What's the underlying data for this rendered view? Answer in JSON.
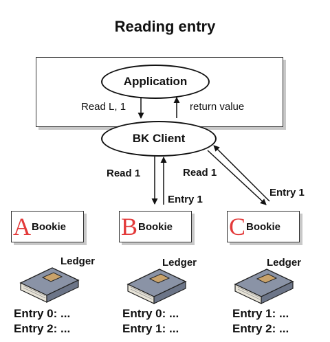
{
  "title": "Reading entry",
  "application": {
    "label": "Application"
  },
  "bk_client": {
    "label": "BK Client"
  },
  "app_flow": {
    "request_label": "Read L, 1",
    "response_label": "return value"
  },
  "flows": {
    "read_b": "Read 1",
    "entry_b": "Entry 1",
    "read_c": "Read 1",
    "entry_c": "Entry 1"
  },
  "bookies": [
    {
      "letter": "A",
      "label": "Bookie",
      "ledger_label": "Ledger",
      "entries": [
        "Entry 0: ...",
        "Entry 2: ..."
      ]
    },
    {
      "letter": "B",
      "label": "Bookie",
      "ledger_label": "Ledger",
      "entries": [
        "Entry 0: ...",
        "Entry 1: ..."
      ]
    },
    {
      "letter": "C",
      "label": "Bookie",
      "ledger_label": "Ledger",
      "entries": [
        "Entry 1: ...",
        "Entry 2: ..."
      ]
    }
  ],
  "colors": {
    "letter_accent": "#e33a3a",
    "book_cover": "#8a93a6",
    "book_pages": "#e8e4d8"
  }
}
